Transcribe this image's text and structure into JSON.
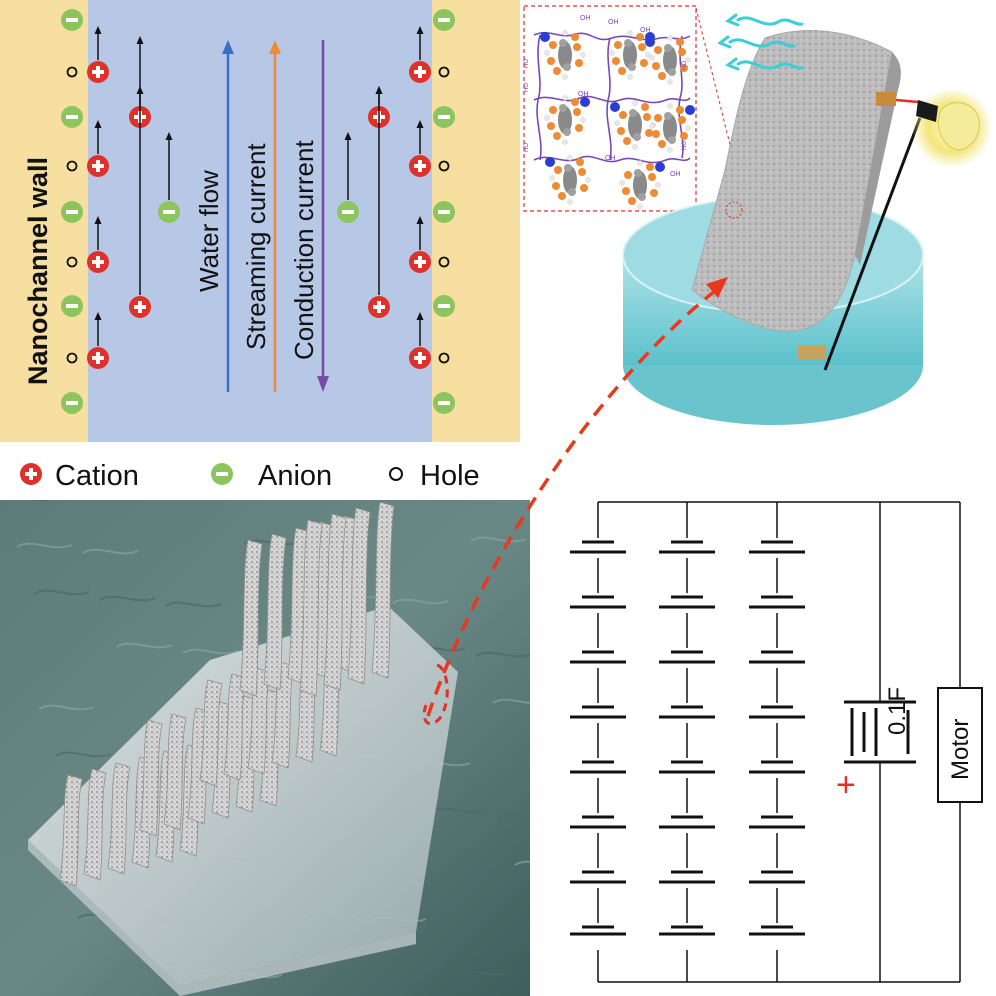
{
  "nanochannel": {
    "wall_label": "Nanochannel wall",
    "arrow_labels": {
      "water_flow": "Water flow",
      "streaming_current": "Streaming current",
      "conduction_current": "Conduction current"
    },
    "colors": {
      "wall": "#f6dfa0",
      "channel": "#b6c8e6",
      "cation": "#e0302a",
      "anion": "#8cc45e",
      "water_flow_arrow": "#3a6fc4",
      "streaming_arrow": "#ee8a3c",
      "conduction_arrow": "#7a4aa8"
    }
  },
  "legend": {
    "cation": "Cation",
    "anion": "Anion",
    "hole": "Hole"
  },
  "molecule": {
    "oh_label": "OH",
    "ho_label": "HO"
  },
  "circuit": {
    "capacitor_label": "0.1F",
    "plus_sign": "+",
    "motor_label": "Motor"
  },
  "icons": {
    "lamp": "light-bulb-icon",
    "vapor": "evaporation-waves-icon"
  }
}
